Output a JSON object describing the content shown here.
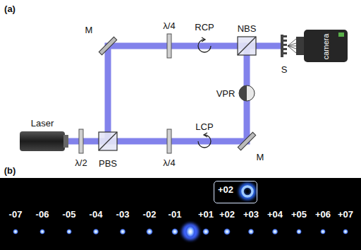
{
  "diagram": {
    "nodes": [
      {
        "text": [
          "+02"
        ]
      }
    ],
    "labels": [
      "(a)",
      "M",
      "λ/4",
      "RCP",
      "NBS",
      "S",
      "camera",
      "VPR",
      "Laser",
      "λ/2",
      "PBS",
      "λ/4",
      "LCP",
      "M",
      "(b)",
      "-07",
      "-06",
      "-05",
      "-04",
      "-03",
      "-02",
      "-01",
      "+01",
      "+02",
      "+03",
      "+04",
      "+05",
      "+06",
      "+07"
    ]
  }
}
